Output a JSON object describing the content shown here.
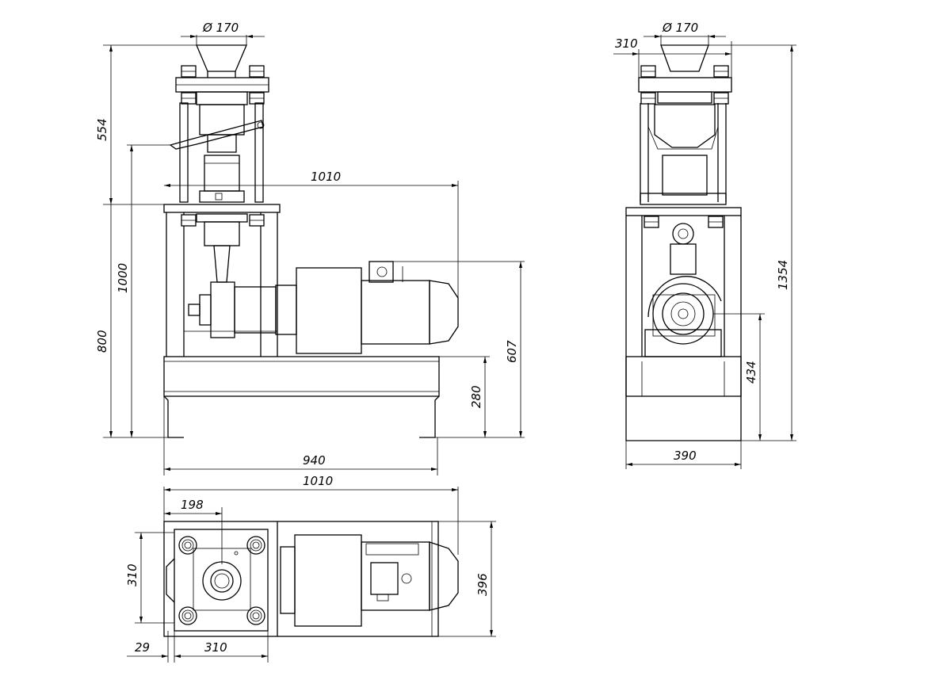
{
  "drawing": {
    "front_view": {
      "dimensions": {
        "hopper_diameter": "Ø 170",
        "upper_height": "554",
        "overall_width": "1010",
        "height_1000": "1000",
        "height_800": "800",
        "motor_height": "607",
        "base_height": "280",
        "base_width": "940"
      }
    },
    "side_view": {
      "dimensions": {
        "hopper_diameter": "Ø 170",
        "top_width": "310",
        "overall_height": "1354",
        "axis_height": "434",
        "base_width": "390"
      }
    },
    "top_view": {
      "dimensions": {
        "overall_length": "1010",
        "axis_offset": "198",
        "press_width": "310",
        "overall_depth": "396",
        "offset_29": "29",
        "press_length": "310"
      }
    }
  }
}
